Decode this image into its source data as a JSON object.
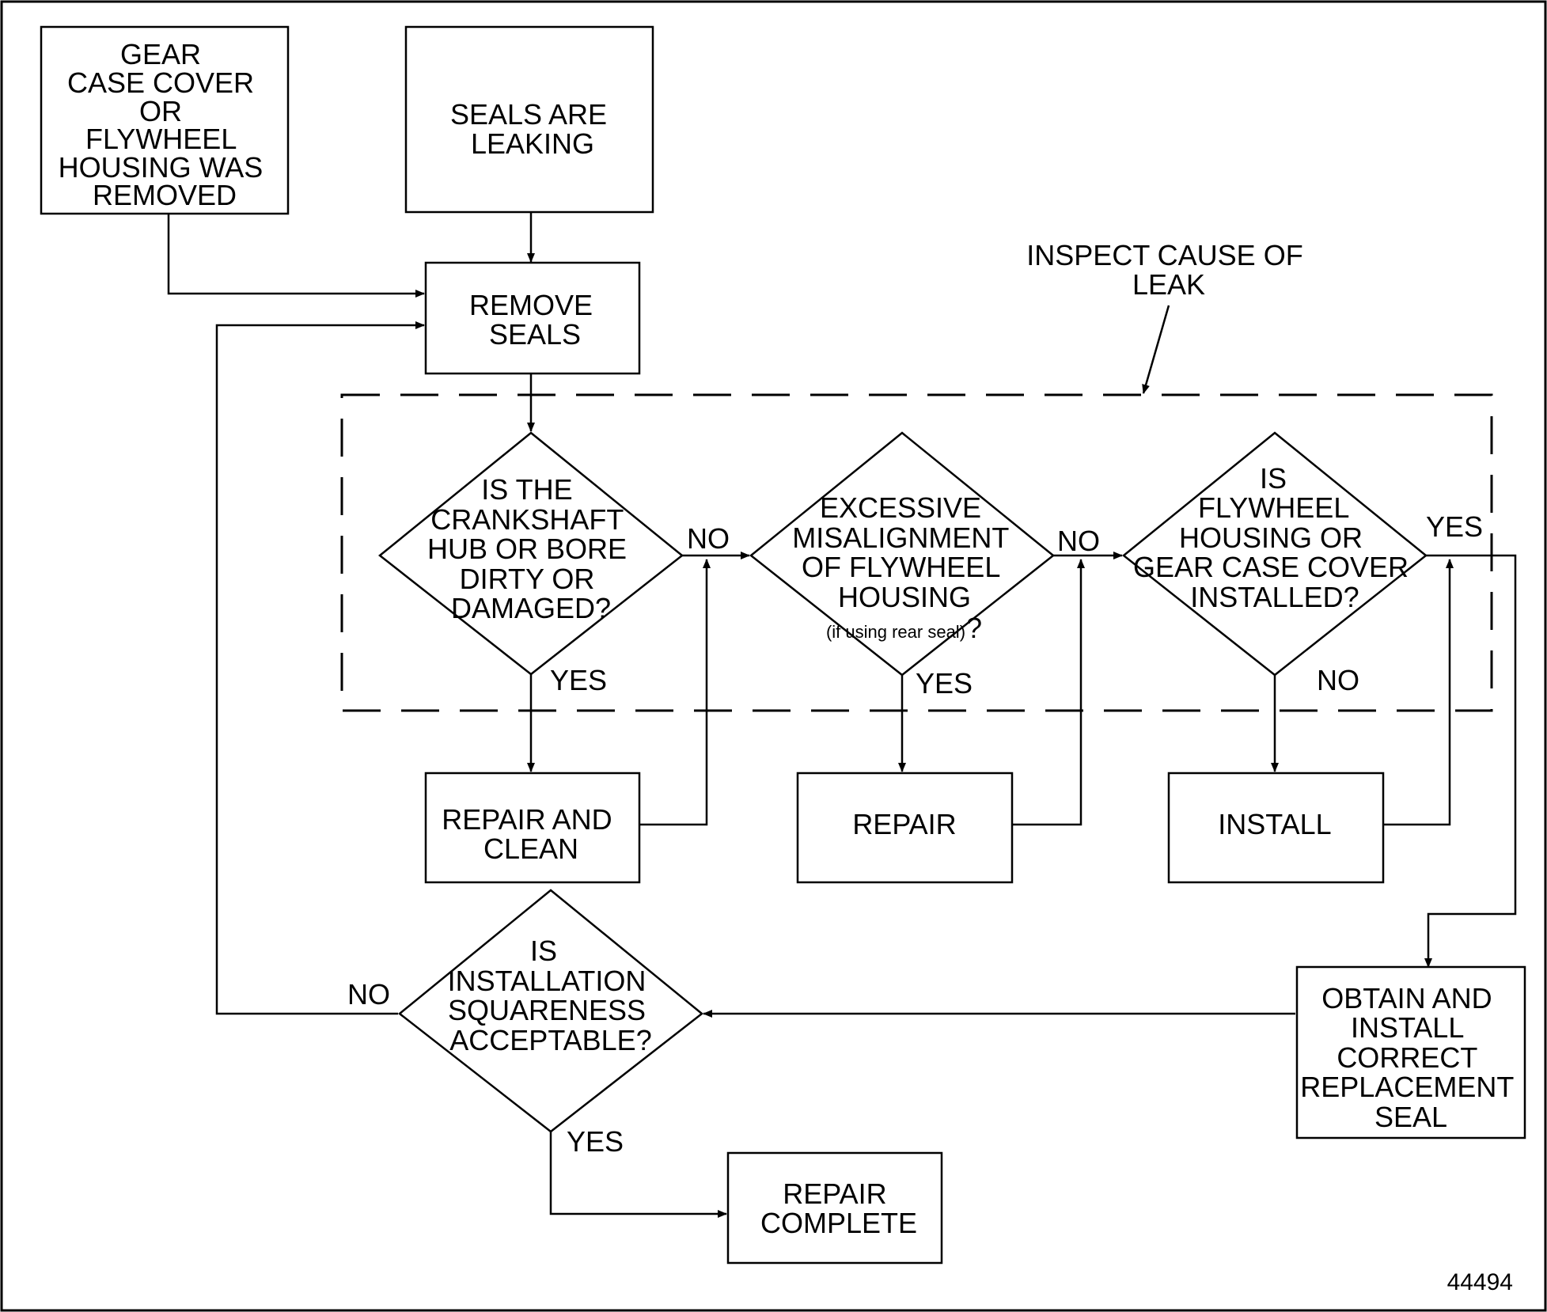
{
  "nodes": {
    "gear_case_removed": [
      "GEAR",
      "CASE COVER",
      "OR",
      "FLYWHEEL",
      "HOUSING WAS",
      "REMOVED"
    ],
    "seals_leaking": [
      "SEALS ARE",
      "LEAKING"
    ],
    "remove_seals": [
      "REMOVE",
      "SEALS"
    ],
    "q_crankshaft": [
      "IS THE",
      "CRANKSHAFT",
      "HUB OR BORE",
      "DIRTY OR",
      "DAMAGED?"
    ],
    "q_misalignment": [
      "EXCESSIVE",
      "MISALIGNMENT",
      "OF FLYWHEEL",
      "HOUSING"
    ],
    "q_misalignment_note": "(if using rear seal)",
    "q_misalignment_qmark": "?",
    "q_flywheel_installed": [
      "IS",
      "FLYWHEEL",
      "HOUSING OR",
      "GEAR CASE COVER",
      "INSTALLED?"
    ],
    "repair_clean": [
      "REPAIR AND",
      "CLEAN"
    ],
    "repair": [
      "REPAIR"
    ],
    "install": [
      "INSTALL"
    ],
    "q_squareness": [
      "IS",
      "INSTALLATION",
      "SQUARENESS",
      "ACCEPTABLE?"
    ],
    "obtain_seal": [
      "OBTAIN AND",
      "INSTALL",
      "CORRECT",
      "REPLACEMENT",
      "SEAL"
    ],
    "repair_complete": [
      "REPAIR",
      "COMPLETE"
    ]
  },
  "annotation": [
    "INSPECT CAUSE OF",
    "LEAK"
  ],
  "edge_labels": {
    "crank_no": "NO",
    "crank_yes": "YES",
    "misalign_no": "NO",
    "misalign_yes": "YES",
    "flywheel_yes": "YES",
    "flywheel_no": "NO",
    "square_no": "NO",
    "square_yes": "YES"
  },
  "figure_number": "44494"
}
